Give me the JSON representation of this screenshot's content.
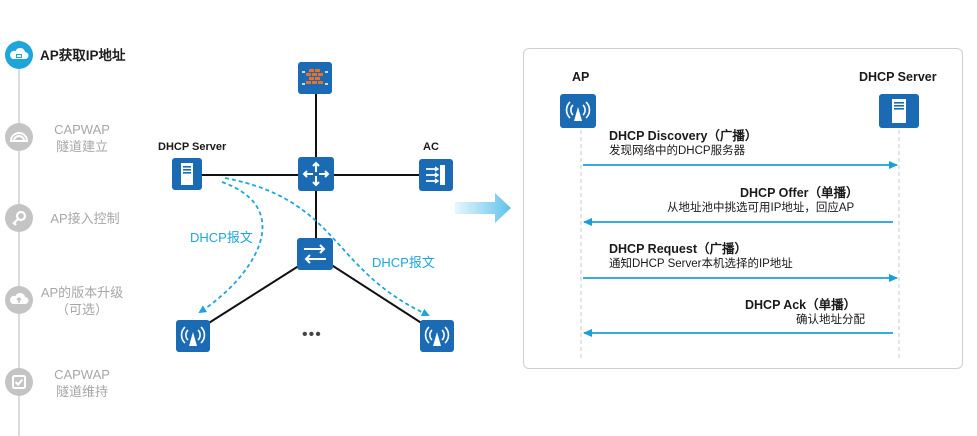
{
  "steps": [
    {
      "label_lines": [
        "AP获取IP地址"
      ],
      "icon": "ap-cloud-icon",
      "active": true
    },
    {
      "label_lines": [
        "CAPWAP",
        "隧道建立"
      ],
      "icon": "tunnel-icon",
      "active": false
    },
    {
      "label_lines": [
        "AP接入控制"
      ],
      "icon": "key-icon",
      "active": false
    },
    {
      "label_lines": [
        "AP的版本升级",
        "（可选）"
      ],
      "icon": "upgrade-icon",
      "active": false
    },
    {
      "label_lines": [
        "CAPWAP",
        "隧道维持"
      ],
      "icon": "checkbox-icon",
      "active": false
    }
  ],
  "topology": {
    "dhcp_server_label": "DHCP Server",
    "ac_label": "AC",
    "dhcp_message_left": "DHCP报文",
    "dhcp_message_right": "DHCP报文",
    "ellipsis": "•••",
    "icons": [
      "firewall-icon",
      "router-icon",
      "server-icon",
      "ac-icon",
      "switch-icon",
      "ap-icon"
    ]
  },
  "colors": {
    "device_blue": "#1b6bb4",
    "active_step": "#1ea6dc",
    "inactive_step": "#c4c4c4",
    "dashed_arrow": "#1ea6dc",
    "flow_arrow": "#1aa0d8"
  },
  "sequence": {
    "left_node": "AP",
    "right_node": "DHCP Server",
    "messages": [
      {
        "title": "DHCP Discovery（广播）",
        "desc": "发现网络中的DHCP服务器",
        "direction": "right"
      },
      {
        "title": "DHCP Offer（单播）",
        "desc": "从地址池中挑选可用IP地址，回应AP",
        "direction": "left"
      },
      {
        "title": "DHCP Request（广播）",
        "desc": "通知DHCP Server本机选择的IP地址",
        "direction": "right"
      },
      {
        "title": "DHCP Ack（单播）",
        "desc": "确认地址分配",
        "direction": "left"
      }
    ]
  }
}
